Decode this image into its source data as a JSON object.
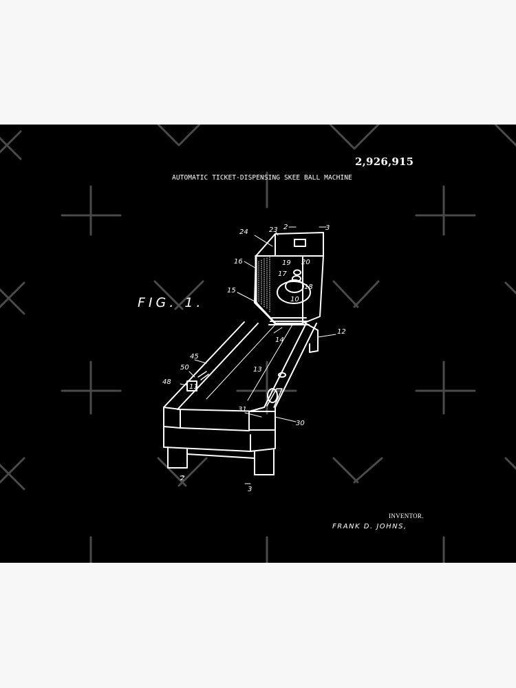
{
  "patent": {
    "number": "2,926,915",
    "title": "AUTOMATIC TICKET-DISPENSING SKEE BALL MACHINE",
    "figure_label": "FIG. 1.",
    "inventor_label": "INVENTOR.",
    "inventor_name": "FRANK D. JOHNS,"
  },
  "reference_numerals": {
    "r2": "2",
    "r23": "23",
    "r3": "3",
    "r24": "24",
    "r19": "19",
    "r20": "20",
    "r16": "16",
    "r17": "17",
    "r15": "15",
    "r18": "18",
    "r10": "10",
    "r14": "14",
    "r12": "12",
    "r45": "45",
    "r50": "50",
    "r13": "13",
    "r48": "48",
    "r11": "11",
    "r31": "31",
    "r30": "30",
    "r2b": "2",
    "r3b": "3"
  },
  "colors": {
    "page_background": "#f7f7f7",
    "drawing_background": "#000000",
    "line_art": "#ffffff",
    "watermark": "#4a4a4a"
  }
}
